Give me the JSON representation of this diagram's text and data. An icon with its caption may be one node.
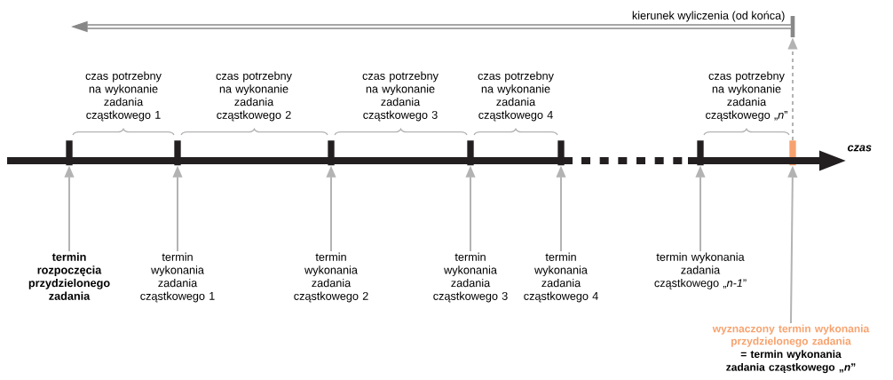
{
  "diagram": {
    "nodes": [
      {
        "text": [],
        "shape": "bar"
      },
      {
        "text": [],
        "shape": "bar"
      },
      {
        "text": [],
        "shape": "bar"
      },
      {
        "text": [],
        "shape": "bar"
      },
      {
        "text": [],
        "shape": "bar"
      },
      {
        "text": [],
        "shape": "bar"
      },
      {
        "text": [],
        "shape": "bar"
      },
      {
        "text": [
          "termin rozpoczęcia przydzielonego zadania"
        ]
      },
      {
        "text": [
          "termin wykonania zadania cząstkowego 1"
        ]
      },
      {
        "text": [
          "termin wykonania zadania cząstkowego 2"
        ]
      },
      {
        "text": [
          "termin wykonania zadania cząstkowego 3"
        ]
      },
      {
        "text": [
          "termin wykonania zadania cząstkowego 4"
        ]
      },
      {
        "text": [
          "termin wykonania zadania cząstkowego „*n-1*”"
        ]
      },
      {
        "text": [
          "wyznaczony termin wykonania przydzielonego zadania",
          "= termin wykonania zadania cząstkowego „*n*”"
        ]
      },
      {
        "text": [],
        "shape": "bar"
      }
    ],
    "edges": [
      {
        "from": 7,
        "to": 0,
        "arrow": "to"
      },
      {
        "from": 8,
        "to": 1,
        "arrow": "to"
      },
      {
        "from": 9,
        "to": 2,
        "arrow": "to"
      },
      {
        "from": 10,
        "to": 3,
        "arrow": "to"
      },
      {
        "from": 11,
        "to": 4,
        "arrow": "to"
      },
      {
        "from": 12,
        "to": 5,
        "arrow": "to"
      },
      {
        "from": 13,
        "to": 6,
        "arrow": "to"
      },
      {
        "from": 6,
        "to": 14,
        "arrow": "to",
        "style": "dashed"
      }
    ],
    "labels": [
      "kierunek wyliczenia (od końca)",
      "czas potrzebny na wykonanie zadania cząstkowego 1",
      "czas potrzebny na wykonanie zadania cząstkowego 2",
      "czas potrzebny na wykonanie zadania cząstkowego 3",
      "czas potrzebny na wykonanie zadania cząstkowego 4",
      "czas potrzebny na wykonanie zadania cząstkowego „*n*”",
      "czas"
    ]
  }
}
